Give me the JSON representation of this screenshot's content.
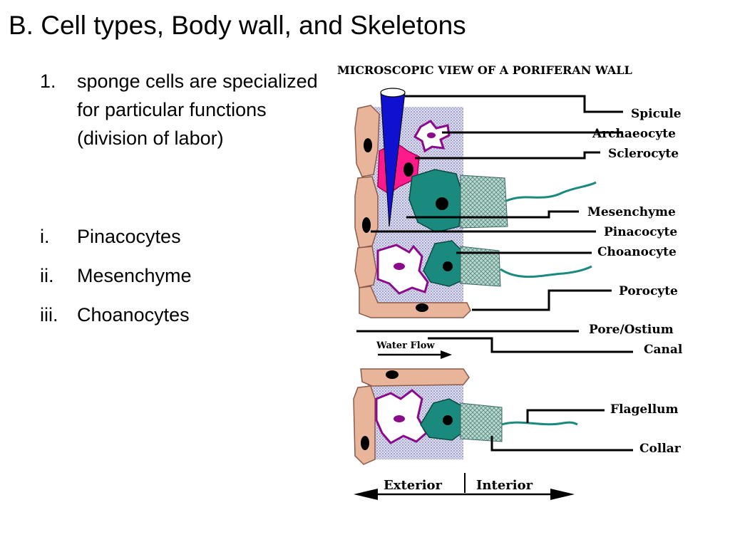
{
  "slide": {
    "title": "B. Cell types, Body wall, and Skeletons",
    "point": {
      "number": "1.",
      "text": "sponge cells are specialized for particular functions (division of labor)"
    },
    "subitems": [
      {
        "marker": "i.",
        "label": "Pinacocytes"
      },
      {
        "marker": "ii.",
        "label": "Mesenchyme"
      },
      {
        "marker": "iii.",
        "label": "Choanocytes"
      }
    ]
  },
  "diagram": {
    "title": "MICROSCOPIC VIEW OF A PORIFERAN WALL",
    "labels": {
      "spicule": "Spicule",
      "archaeocyte": "Archaeocyte",
      "sclerocyte": "Sclerocyte",
      "mesenchyme": "Mesenchyme",
      "pinacocyte": "Pinacocyte",
      "choanocyte": "Choanocyte",
      "porocyte": "Porocyte",
      "pore": "Pore/Ostium",
      "canal": "Canal",
      "flagellum": "Flagellum",
      "collar": "Collar"
    },
    "water_flow": "Water Flow",
    "exterior": "Exterior",
    "interior": "Interior",
    "colors": {
      "pinacocyte": "#e8b49a",
      "sclerocyte": "#ff1a8c",
      "archaeocyte": "#8b0a8b",
      "choanocyte": "#1a8a7e",
      "spicule": "#1010d0",
      "mesohyl": "#c8c8e8"
    }
  }
}
